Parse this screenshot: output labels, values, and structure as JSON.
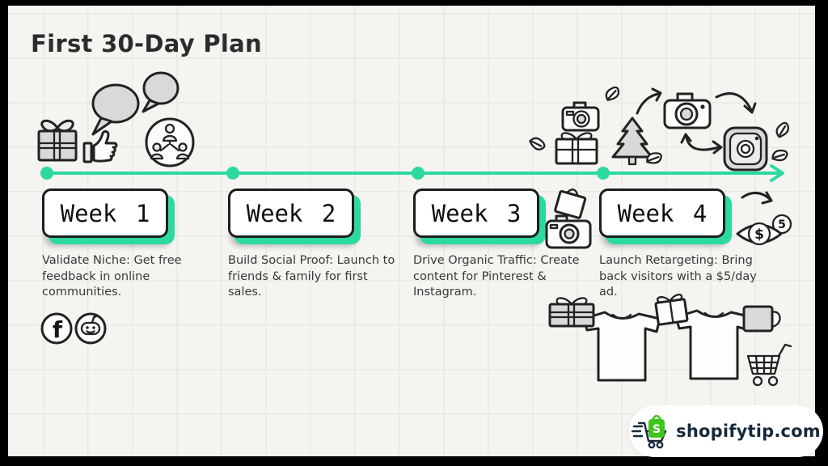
{
  "page": {
    "title": "First 30-Day Plan",
    "colors": {
      "frame": "#000000",
      "paper": "#f5f4f1",
      "grid_line": "#e9e8e3",
      "ink": "#222222",
      "accent": "#2bd9a1",
      "text": "#383838",
      "doodle_fill": "#d9d9d7",
      "shopify_green": "#3fc41e",
      "brand_navy": "#16293b"
    }
  },
  "timeline": {
    "weeks": [
      {
        "label": "Week 1",
        "description": "Validate Niche: Get free\nfeedback in online\ncommunities.",
        "icons": [
          "gift-icon",
          "thumbs-up-icon",
          "speech-bubble-large-icon",
          "speech-bubble-small-icon",
          "community-network-icon",
          "facebook-icon",
          "reddit-icon"
        ]
      },
      {
        "label": "Week 2",
        "description": "Build Social Proof: Launch to\nfriends & family for first sales.",
        "icons": []
      },
      {
        "label": "Week 3",
        "description": "Drive Organic Traffic: Create\ncontent for Pinterest &\nInstagram.",
        "icons": [
          "camera-icon",
          "gift-icon",
          "pine-tree-icon",
          "leaf-icon",
          "camera-large-icon",
          "instagram-icon",
          "shopping-bag-icon",
          "curved-arrow-icon"
        ]
      },
      {
        "label": "Week 4",
        "description": "Launch Retargeting: Bring\nback visitors with a $5/day\nad.",
        "icons": [
          "eye-dollar-icon",
          "five-badge",
          "gift-icon",
          "tshirt-icon",
          "mug-icon",
          "shopping-cart-icon"
        ],
        "badge_value": "5",
        "eye_symbol": "$"
      }
    ]
  },
  "glyphs": {
    "facebook_f": "f",
    "shopify_s": "S"
  },
  "branding": {
    "site": "shopifytip.com"
  }
}
